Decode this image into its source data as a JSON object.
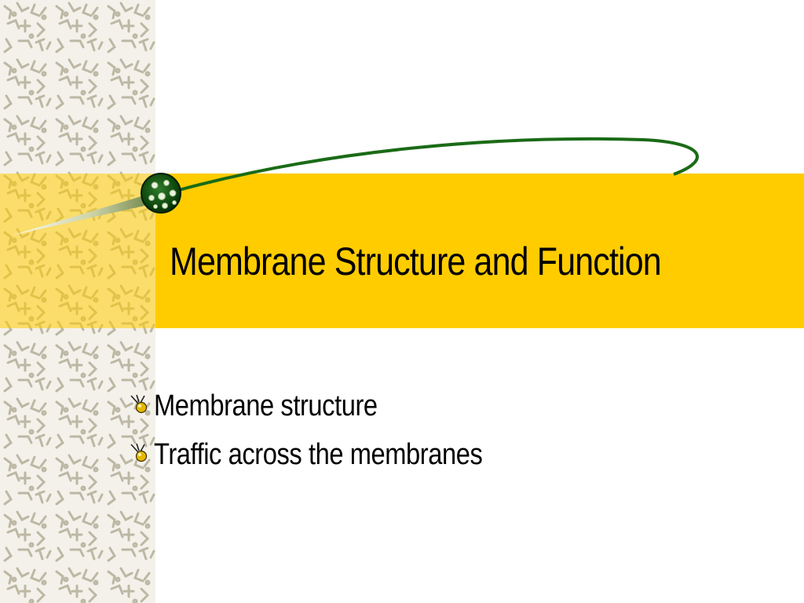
{
  "slide": {
    "title": "Membrane Structure and Function",
    "bullets": [
      {
        "text": "Membrane structure",
        "icon": "molecule-bullet-icon"
      },
      {
        "text": "Traffic across the membranes",
        "icon": "molecule-bullet-icon"
      }
    ]
  },
  "theme": {
    "title_band_color": "#ffcc00",
    "title_text_color": "#000000",
    "body_text_color": "#000000",
    "swoosh_color": "#1a6b16",
    "pattern_bg": "#f3f1ea",
    "pattern_ink": "#bdb8a4",
    "bullet_color": "#e6b800"
  }
}
